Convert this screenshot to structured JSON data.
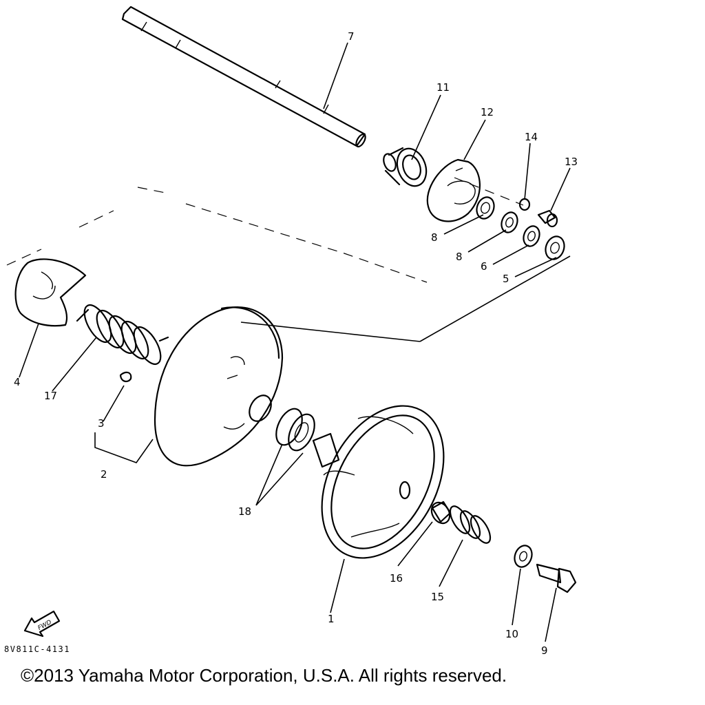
{
  "diagram": {
    "callouts": [
      "7",
      "11",
      "12",
      "14",
      "13",
      "8",
      "8",
      "6",
      "5",
      "4",
      "17",
      "3",
      "2",
      "18",
      "1",
      "16",
      "15",
      "10",
      "9"
    ],
    "direction_arrow_label": "FWD",
    "figure_code": "8V811C-4131",
    "copyright": "©2013 Yamaha Motor Corporation, U.S.A. All rights reserved."
  }
}
